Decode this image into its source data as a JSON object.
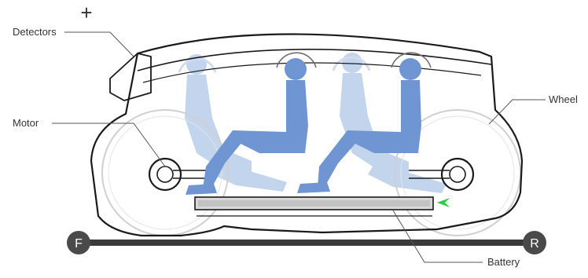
{
  "labels": {
    "detectors": "Detectors",
    "motor": "Motor",
    "wheel": "Wheel",
    "battery": "Battery"
  },
  "axis": {
    "front": "F",
    "rear": "R"
  },
  "symbols": {
    "plus": "+"
  },
  "colors": {
    "outline": "#1a1a1a",
    "passenger_solid": "#6f95d2",
    "passenger_ghost": "#b9cdeb",
    "track": "#3a3a3a",
    "battery_fill": "#d8d8d8",
    "indicator": "#2ecc40"
  },
  "icons": [
    "plus-icon",
    "arrow-indicator-icon"
  ]
}
